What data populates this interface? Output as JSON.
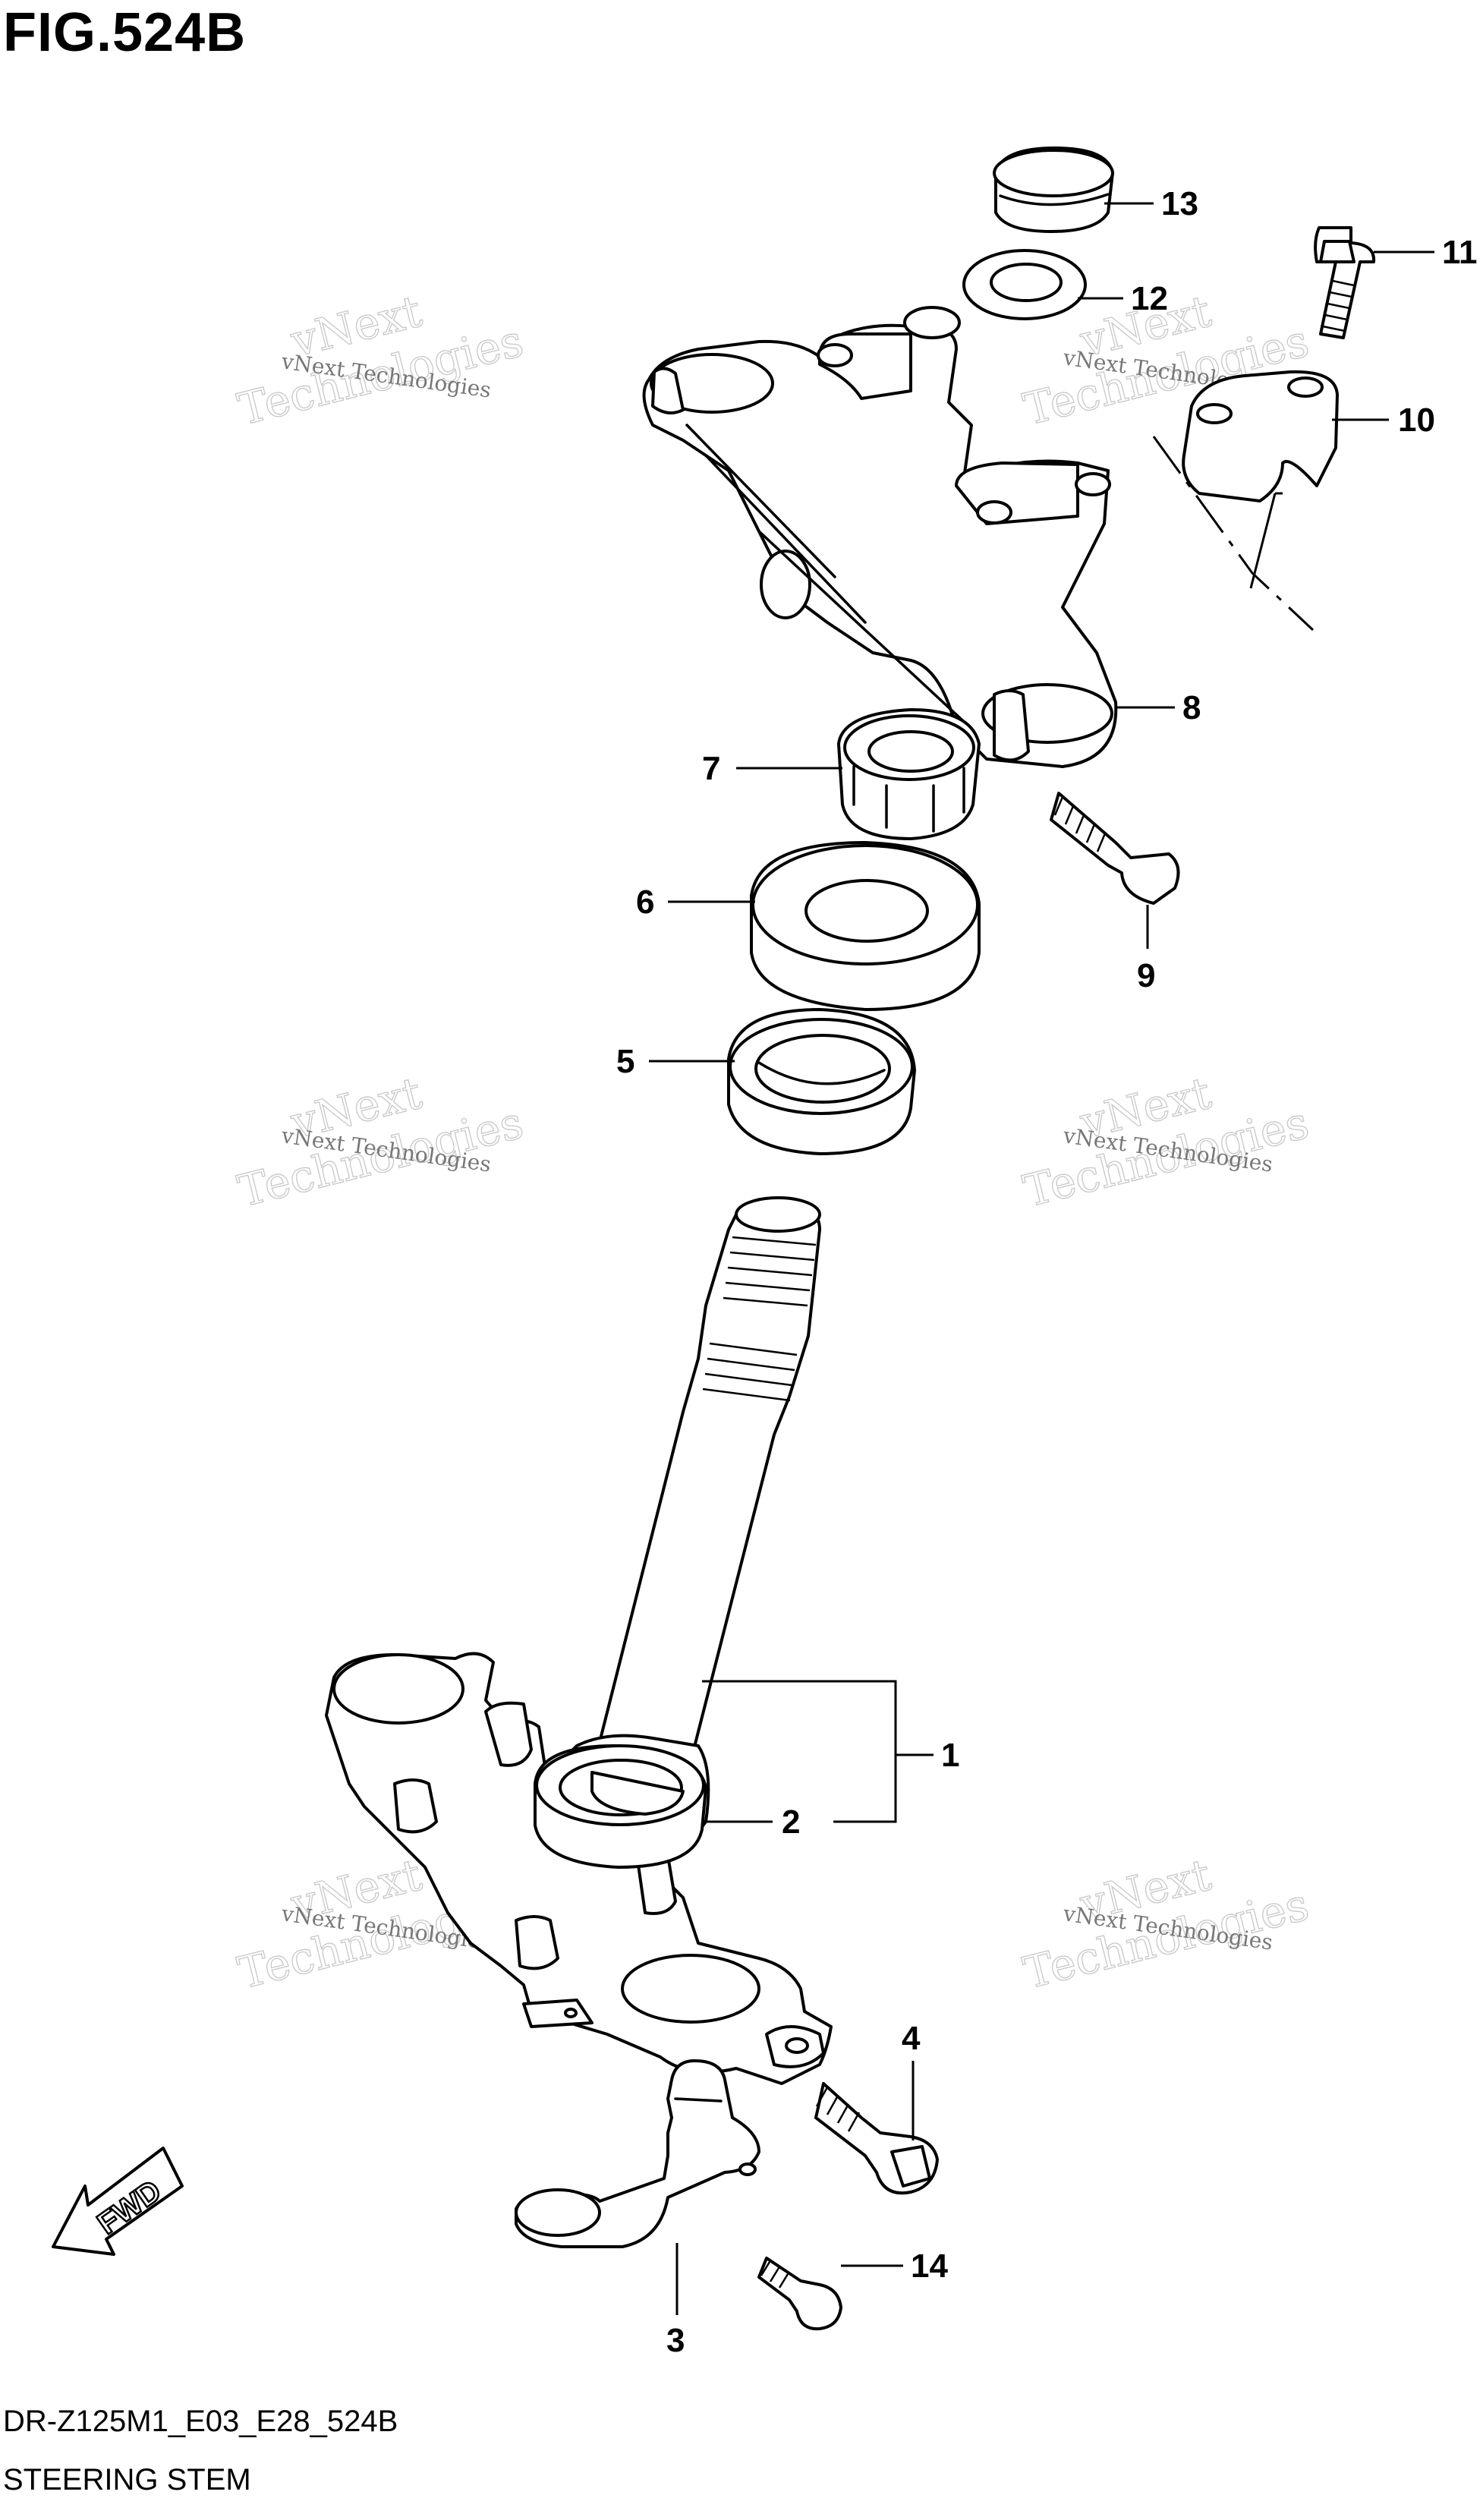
{
  "figure_title": "FIG.524B",
  "watermark": {
    "line1": "vNext",
    "line2": "Technologies",
    "small": "vNext Technologies"
  },
  "callouts": [
    "1",
    "2",
    "3",
    "4",
    "5",
    "6",
    "7",
    "8",
    "9",
    "10",
    "11",
    "12",
    "13",
    "14"
  ],
  "fwd_label": "FWD",
  "footer": {
    "code": "DR-Z125M1_E03_E28_524B",
    "name": "STEERING STEM"
  }
}
